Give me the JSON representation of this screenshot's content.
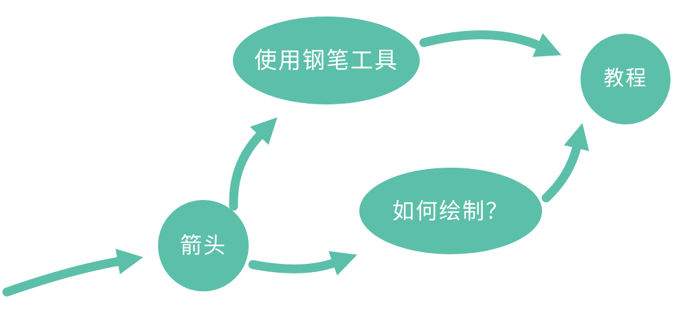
{
  "diagram": {
    "accent_color": "#5cbfa9",
    "text_color": "#ffffff",
    "background_color": "#ffffff",
    "nodes": [
      {
        "id": "pen-tool",
        "shape": "ellipse",
        "label": "使用钢笔工具"
      },
      {
        "id": "tutorial",
        "shape": "circle",
        "label": "教程"
      },
      {
        "id": "how-to-draw",
        "shape": "ellipse",
        "label": "如何绘制？"
      },
      {
        "id": "arrow",
        "shape": "circle",
        "label": "箭头"
      }
    ],
    "edges": [
      {
        "from": "left-edge",
        "to": "arrow"
      },
      {
        "from": "arrow",
        "to": "pen-tool"
      },
      {
        "from": "arrow",
        "to": "how-to-draw"
      },
      {
        "from": "how-to-draw",
        "to": "tutorial"
      },
      {
        "from": "pen-tool",
        "to": "tutorial"
      }
    ]
  }
}
